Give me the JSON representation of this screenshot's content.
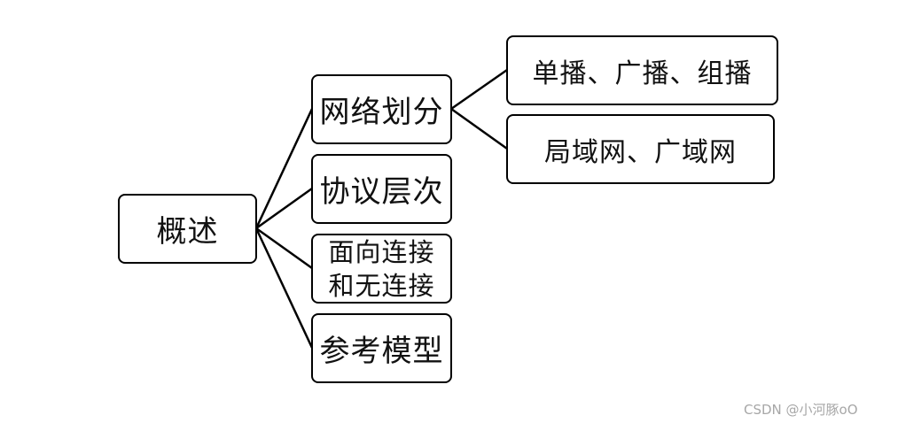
{
  "root": {
    "label": "概述"
  },
  "level1": [
    {
      "label": "网络划分"
    },
    {
      "label": "协议层次"
    },
    {
      "lines": [
        "面向连接",
        "和无连接"
      ]
    },
    {
      "label": "参考模型"
    }
  ],
  "level2": [
    {
      "label": "单播、广播、组播"
    },
    {
      "label": "局域网、广域网"
    }
  ],
  "watermark": "CSDN @小河豚oO"
}
